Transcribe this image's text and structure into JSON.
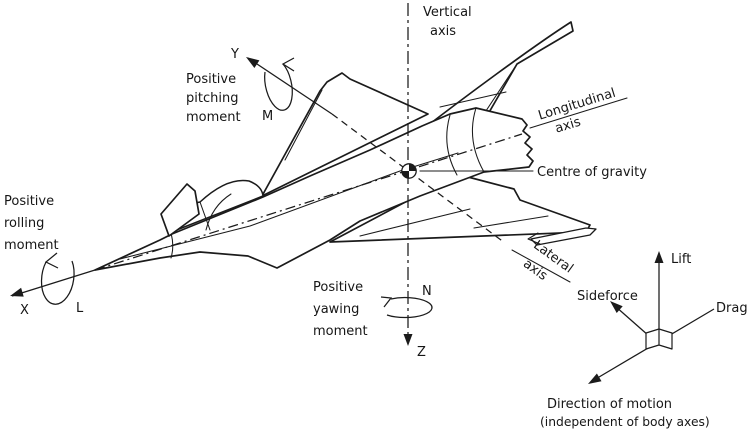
{
  "labels": {
    "vertical_axis": [
      "Vertical",
      "axis"
    ],
    "longitudinal_axis": [
      "Longitudinal",
      "axis"
    ],
    "lateral_axis": [
      "Lateral",
      "axis"
    ],
    "centre_of_gravity": "Centre of gravity",
    "direction_of_motion": [
      "Direction of motion",
      "(independent of body axes)"
    ]
  },
  "moments": {
    "pitching": {
      "caption": [
        "Positive",
        "pitching",
        "moment"
      ],
      "axis_letter": "Y",
      "moment_letter": "M"
    },
    "rolling": {
      "caption": [
        "Positive",
        "rolling",
        "moment"
      ],
      "axis_letter": "X",
      "moment_letter": "L"
    },
    "yawing": {
      "caption": [
        "Positive",
        "yawing",
        "moment"
      ],
      "axis_letter": "Z",
      "moment_letter": "N"
    }
  },
  "forces": {
    "lift": "Lift",
    "sideforce": "Sideforce",
    "drag": "Drag"
  },
  "colors": {
    "ink": "#1b1b1b",
    "paper": "#ffffff"
  }
}
